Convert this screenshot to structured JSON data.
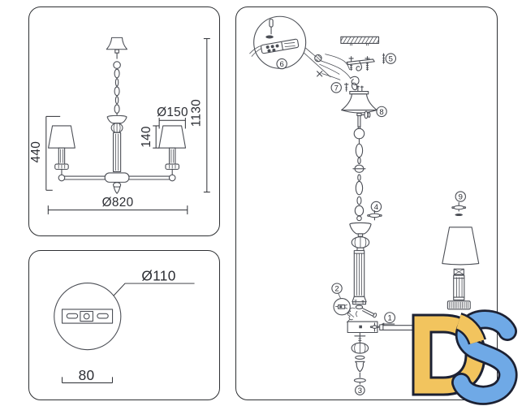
{
  "sheet": {
    "background": "#ffffff",
    "ink": "#4b4e55",
    "panel_border": "#2e3033",
    "dim_text_color": "#2b2d33"
  },
  "front_view_panel": {
    "dim_arm_height": "440",
    "dim_shade_diameter": "Ø150",
    "dim_shade_height": "140",
    "dim_total_height": "1130",
    "dim_total_width": "Ø820"
  },
  "mount_view_panel": {
    "dim_canopy_diameter": "Ø110",
    "dim_bracket_width": "80"
  },
  "assembly_panel": {
    "part_labels": {
      "p1": "1",
      "p2": "2",
      "p3": "3",
      "p4": "4",
      "p5": "5",
      "p6": "6",
      "p7": "7",
      "p8": "8",
      "p9": "9"
    }
  },
  "logo": {
    "monogram": "DS",
    "d_fill": "#F2C45E",
    "s_fill": "#6FA9E6",
    "outline": "#1C2133"
  }
}
